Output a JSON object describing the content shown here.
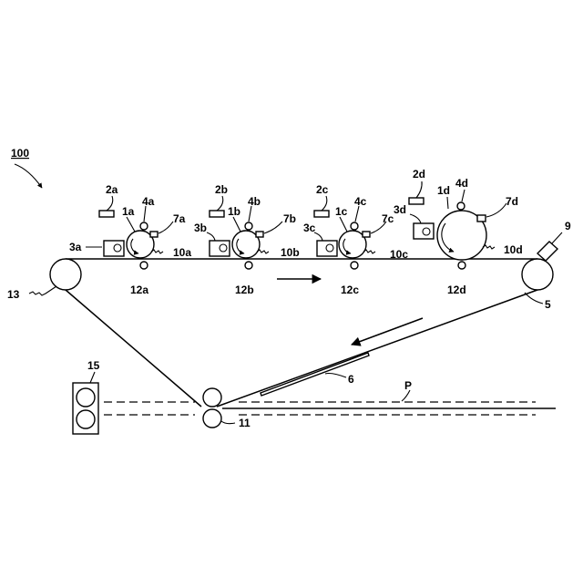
{
  "figure": {
    "id": "100",
    "colors": {
      "line": "#000000",
      "background": "#ffffff"
    },
    "stations": [
      {
        "photoconductor": "1a",
        "charger": "2a",
        "developer": "3a",
        "sensor": "4a",
        "cleaner": "7a",
        "transfer_nip": "10a",
        "transfer_roller": "12a"
      },
      {
        "photoconductor": "1b",
        "charger": "2b",
        "developer": "3b",
        "sensor": "4b",
        "cleaner": "7b",
        "transfer_nip": "10b",
        "transfer_roller": "12b"
      },
      {
        "photoconductor": "1c",
        "charger": "2c",
        "developer": "3c",
        "sensor": "4c",
        "cleaner": "7c",
        "transfer_nip": "10c",
        "transfer_roller": "12c"
      },
      {
        "photoconductor": "1d",
        "charger": "2d",
        "developer": "3d",
        "sensor": "4d",
        "cleaner": "7d",
        "transfer_nip": "10d",
        "transfer_roller": "12d"
      }
    ],
    "belt": "5",
    "belt_cleaner": "6",
    "belt_sensor": "9",
    "secondary_transfer": "11",
    "drive_roller": "13",
    "fuser": "15",
    "paper": "P"
  }
}
